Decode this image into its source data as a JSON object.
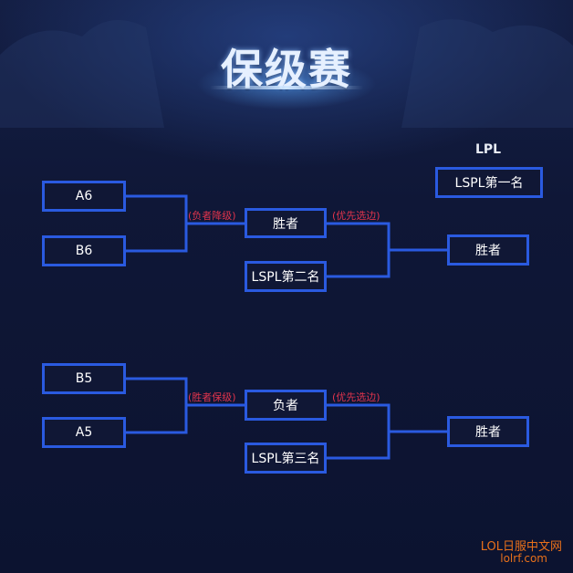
{
  "title": "保级赛",
  "lpl_label": "LPL",
  "top": {
    "team1": "A6",
    "team2": "B6",
    "note_left": "(负者降级)",
    "mid": "胜者",
    "seed": "LSPL第二名",
    "note_right": "(优先选边)",
    "final": "胜者"
  },
  "bottom": {
    "team1": "B5",
    "team2": "A5",
    "note_left": "(胜者保级)",
    "mid": "负者",
    "seed": "LSPL第三名",
    "note_right": "(优先选边)",
    "final": "胜者"
  },
  "lspl_first": "LSPL第一名",
  "watermark": {
    "line1": "LOL日服中文网",
    "line2": "lolrf.com"
  },
  "colors": {
    "box_border": "#2a5ae0",
    "line": "#2a5ae0",
    "note": "#e0344c",
    "watermark": "#e8701a"
  }
}
